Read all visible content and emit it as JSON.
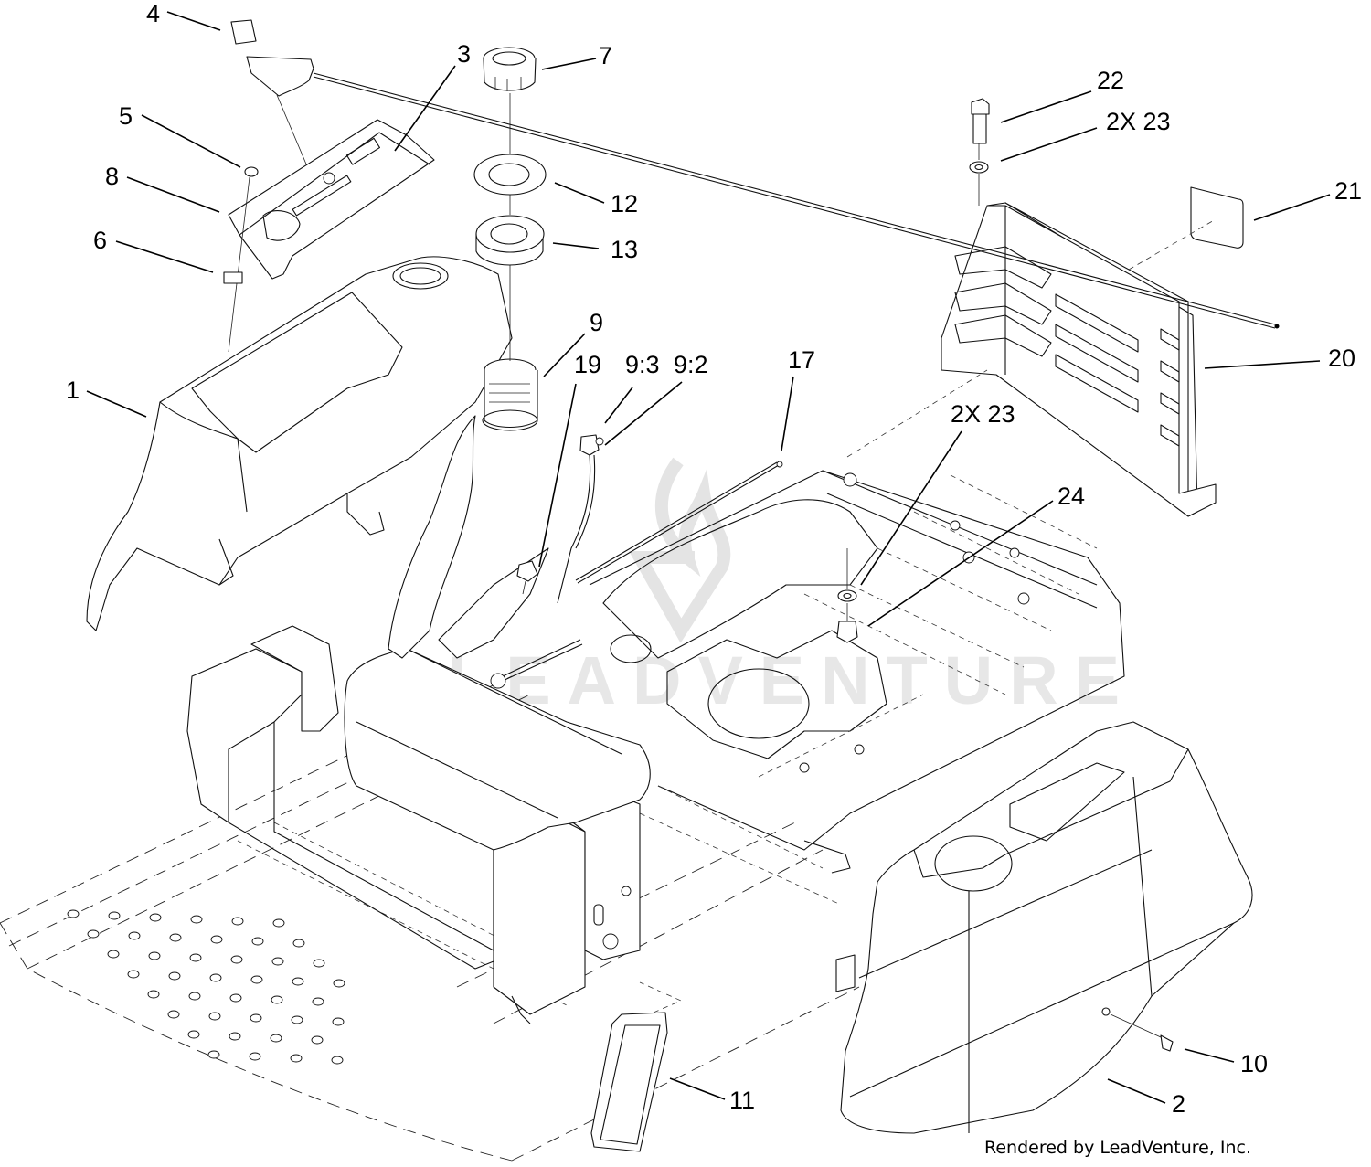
{
  "diagram": {
    "type": "exploded-parts-diagram",
    "subject": "Fender, fuel tank and console assembly",
    "watermark": "LEADVENTURE",
    "credit": "Rendered by LeadVenture, Inc."
  },
  "callouts": [
    {
      "id": "c1",
      "label": "1",
      "part": "left-fender-console"
    },
    {
      "id": "c2",
      "label": "2",
      "part": "right-fender"
    },
    {
      "id": "c3",
      "label": "3",
      "part": "control-panel-decal"
    },
    {
      "id": "c4",
      "label": "4",
      "part": "throttle-control-cable"
    },
    {
      "id": "c5",
      "label": "5",
      "part": "screw"
    },
    {
      "id": "c6",
      "label": "6",
      "part": "speed-nut"
    },
    {
      "id": "c7",
      "label": "7",
      "part": "fuel-cap"
    },
    {
      "id": "c8",
      "label": "8",
      "part": "control-panel"
    },
    {
      "id": "c9",
      "label": "9",
      "part": "fuel-tank"
    },
    {
      "id": "c10",
      "label": "10",
      "part": "screw"
    },
    {
      "id": "c11",
      "label": "11",
      "part": "step-pad"
    },
    {
      "id": "c12",
      "label": "12",
      "part": "washer"
    },
    {
      "id": "c13",
      "label": "13",
      "part": "fuel-tank-grommet"
    },
    {
      "id": "c17",
      "label": "17",
      "part": "cable-tie"
    },
    {
      "id": "c19",
      "label": "19",
      "part": "clamp"
    },
    {
      "id": "c93",
      "label": "9:3",
      "part": "fuel-tank-fitting"
    },
    {
      "id": "c92",
      "label": "9:2",
      "part": "fuel-tank-vent"
    },
    {
      "id": "c20",
      "label": "20",
      "part": "rear-guard"
    },
    {
      "id": "c21",
      "label": "21",
      "part": "decal"
    },
    {
      "id": "c22",
      "label": "22",
      "part": "bolt"
    },
    {
      "id": "c23a",
      "label": "2X 23",
      "part": "washer"
    },
    {
      "id": "c23b",
      "label": "2X 23",
      "part": "washer"
    },
    {
      "id": "c24",
      "label": "24",
      "part": "lock-nut"
    }
  ]
}
